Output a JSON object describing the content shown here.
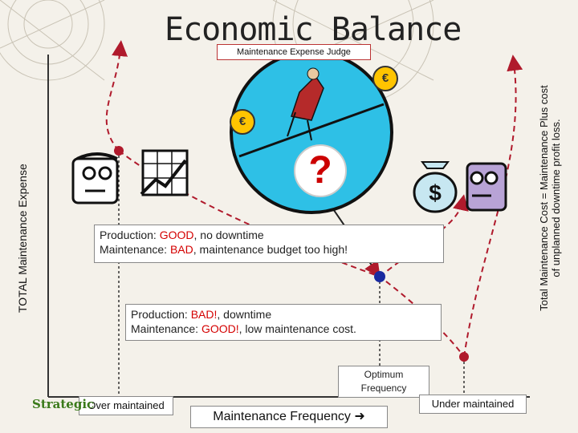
{
  "title": "Economic Balance",
  "judge_label": "Maintenance Expense Judge",
  "y_axis_left": "TOTAL Maintenance Expense",
  "y_axis_right_line1": "Total Maintenance Cost = Maintenance Plus cost",
  "y_axis_right_line2": "of unplanned downtime profit loss.",
  "box_over": {
    "line1_prefix": "Production: ",
    "line1_status": "GOOD",
    "line1_suffix": ", no downtime",
    "line2_prefix": "Maintenance: ",
    "line2_status": "BAD",
    "line2_suffix": ", maintenance budget too high!"
  },
  "box_under": {
    "line1_prefix": "Production: ",
    "line1_status": "BAD!",
    "line1_suffix": ", downtime",
    "line2_prefix": "Maintenance: ",
    "line2_status": "GOOD!",
    "line2_suffix": ", low maintenance cost."
  },
  "optimum_line1": "Optimum",
  "optimum_line2": "Frequency",
  "over_maintained": "Over maintained",
  "under_maintained": "Under maintained",
  "x_axis_label": "Maintenance Frequency",
  "x_axis_arrow": "➜",
  "question_mark": "?",
  "coin_symbol": "€",
  "logo_text": "Strategic",
  "colors": {
    "curve": "#b01a2c",
    "status": "#d40000",
    "axis": "#333333",
    "optimum_point": "#1a2aa0",
    "wheel": "#2ec0e6"
  }
}
